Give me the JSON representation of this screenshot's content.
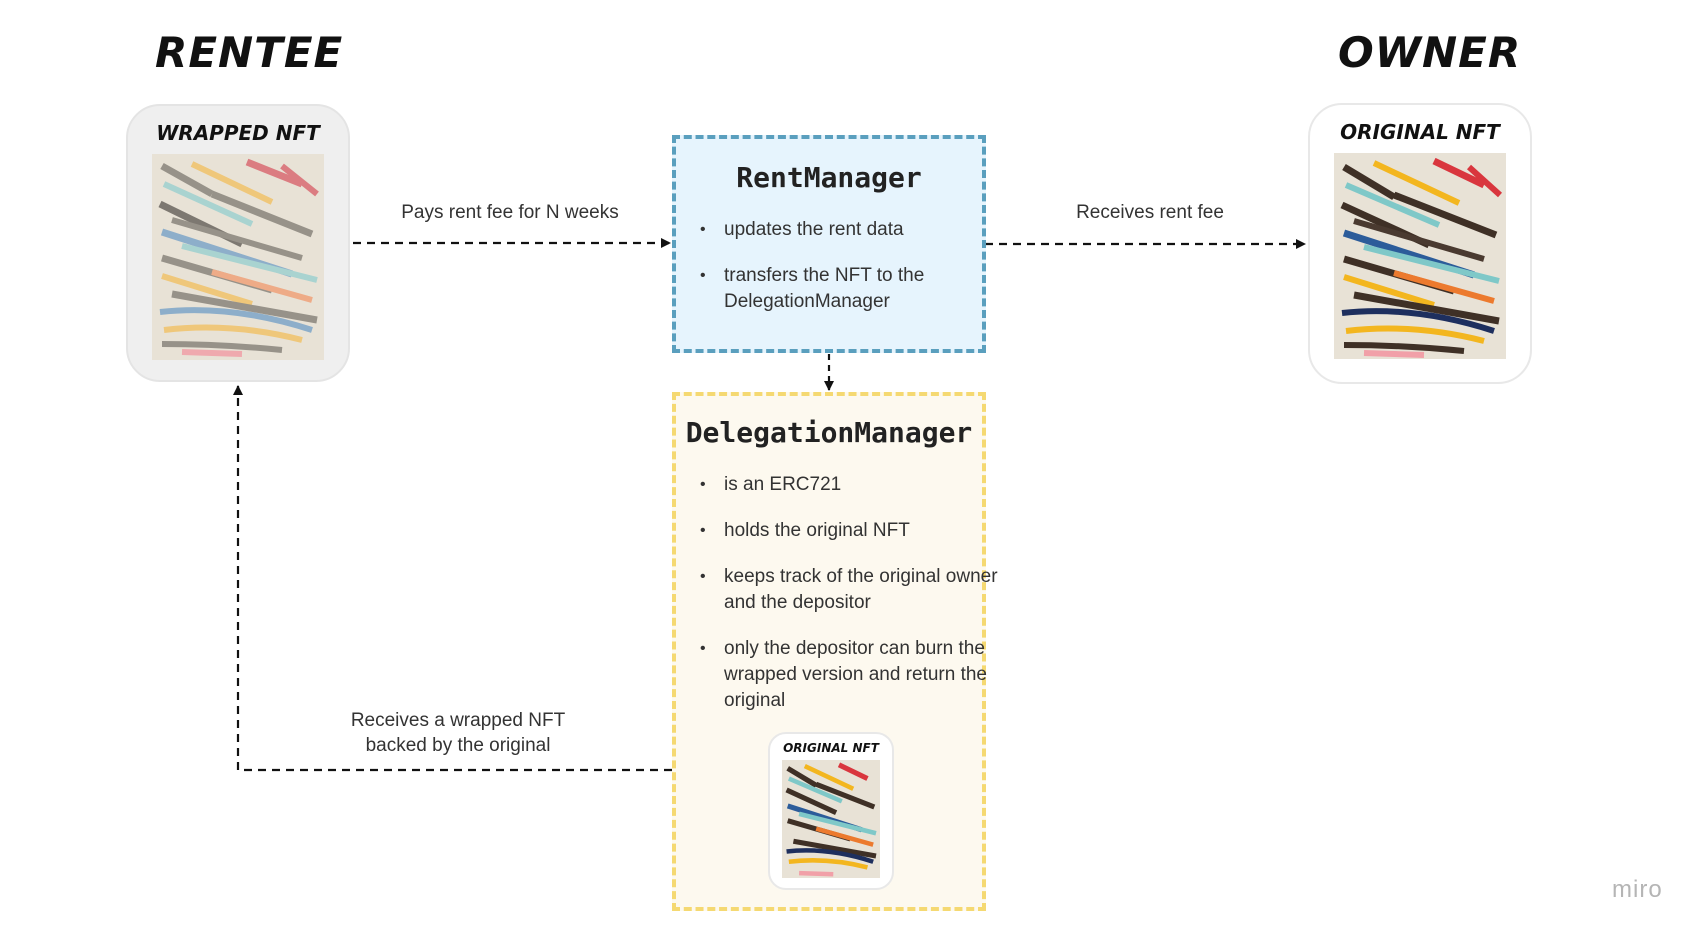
{
  "headings": {
    "rentee": "RENTEE",
    "owner": "OWNER"
  },
  "cards": {
    "wrapped_title": "WRAPPED NFT",
    "original_title": "ORIGINAL NFT",
    "small_original_title": "ORIGINAL NFT"
  },
  "rent_manager": {
    "title": "RentManager",
    "bullets": [
      "updates the rent data",
      "transfers the NFT to the DelegationManager"
    ]
  },
  "delegation_manager": {
    "title": "DelegationManager",
    "bullets": [
      "is an ERC721",
      "holds the original NFT",
      "keeps track of the original owner and the depositor",
      "only the depositor can burn the wrapped version and return the original"
    ]
  },
  "arrows": {
    "pays_rent": "Pays rent fee for N weeks",
    "receives_rent": "Receives rent fee",
    "receives_wrapped_line1": "Receives a wrapped NFT",
    "receives_wrapped_line2": "backed by the original"
  },
  "logo": "miro",
  "colors": {
    "rent_manager_border": "#5a9fbe",
    "rent_manager_fill": "#e6f4fd",
    "delegation_border": "#f5d972",
    "delegation_fill": "#fdf9ef",
    "wrapped_card_fill": "#efefef",
    "original_card_fill": "#ffffff"
  }
}
